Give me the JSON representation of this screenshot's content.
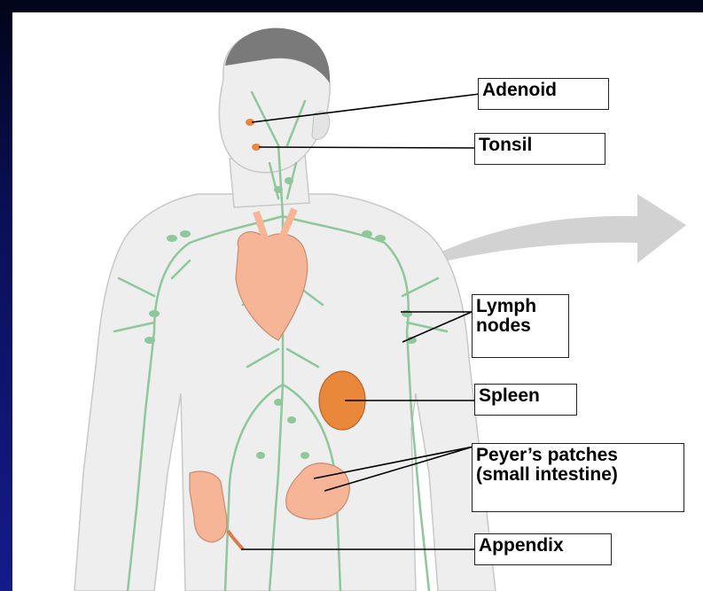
{
  "diagram": {
    "labels": {
      "adenoid": "Adenoid",
      "tonsil": "Tonsil",
      "lymph_nodes": "Lymph\nnodes",
      "spleen": "Spleen",
      "peyers_patches": "Peyer’s patches\n(small intestine)",
      "appendix": "Appendix"
    },
    "colors": {
      "background": "#0a0f55",
      "panel": "#ffffff",
      "skin": "#eeeeee",
      "lymph_vessel": "#8fc79a",
      "organ": "#f6b597",
      "spleen": "#e9883b",
      "arrow": "#d2d2d2"
    }
  }
}
